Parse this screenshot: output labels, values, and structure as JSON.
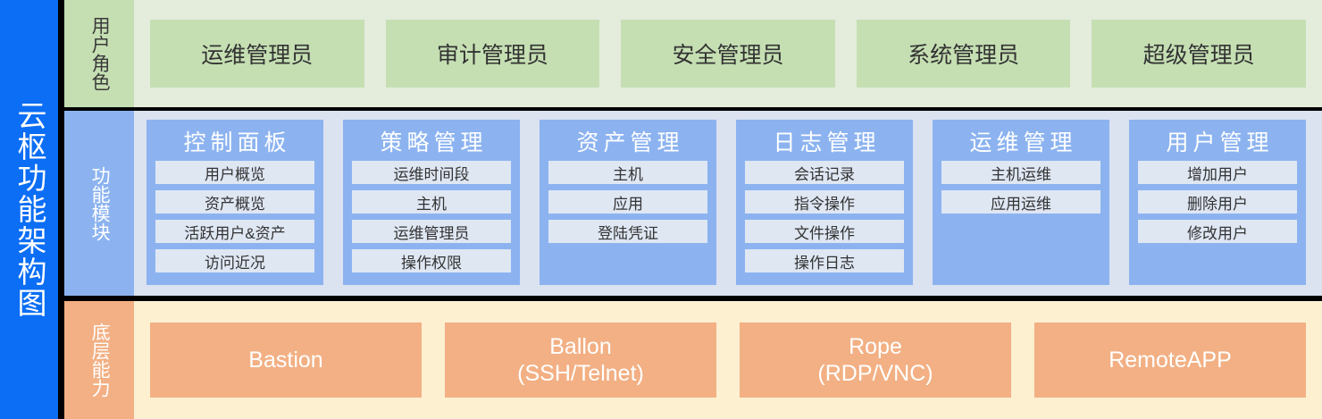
{
  "diagram": {
    "title": "云枢功能架构图",
    "colors": {
      "sidebar_blue": "#0b6ef4",
      "role_band": "#e4ecdc",
      "role_box": "#c5dfb3",
      "module_band": "#dbe2f0",
      "module_card": "#8cb3f0",
      "module_item": "#dfe7f3",
      "base_band": "#fdf0d0",
      "base_box": "#f2b084",
      "background": "#000000"
    }
  },
  "rows": {
    "roles": {
      "label": "用户角色",
      "items": [
        {
          "label": "运维管理员"
        },
        {
          "label": "审计管理员"
        },
        {
          "label": "安全管理员"
        },
        {
          "label": "系统管理员"
        },
        {
          "label": "超级管理员"
        }
      ]
    },
    "modules": {
      "label": "功能模块",
      "cards": [
        {
          "title": "控制面板",
          "items": [
            "用户概览",
            "资产概览",
            "活跃用户&资产",
            "访问近况"
          ]
        },
        {
          "title": "策略管理",
          "items": [
            "运维时间段",
            "主机",
            "运维管理员",
            "操作权限"
          ]
        },
        {
          "title": "资产管理",
          "items": [
            "主机",
            "应用",
            "登陆凭证"
          ]
        },
        {
          "title": "日志管理",
          "items": [
            "会话记录",
            "指令操作",
            "文件操作",
            "操作日志"
          ]
        },
        {
          "title": "运维管理",
          "items": [
            "主机运维",
            "应用运维"
          ]
        },
        {
          "title": "用户管理",
          "items": [
            "增加用户",
            "删除用户",
            "修改用户"
          ]
        }
      ]
    },
    "base": {
      "label": "底层能力",
      "items": [
        {
          "name": "Bastion",
          "sub": ""
        },
        {
          "name": "Ballon",
          "sub": "(SSH/Telnet)"
        },
        {
          "name": "Rope",
          "sub": "(RDP/VNC)"
        },
        {
          "name": "RemoteAPP",
          "sub": ""
        }
      ]
    }
  }
}
